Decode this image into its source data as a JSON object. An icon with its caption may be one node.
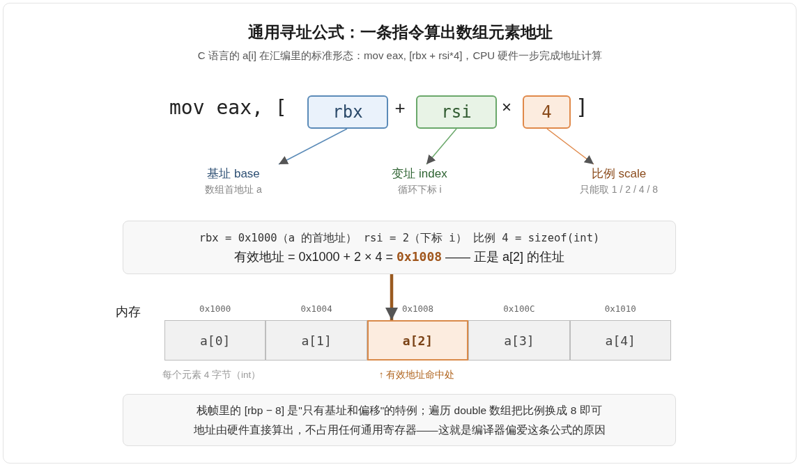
{
  "diagram": {
    "title": "通用寻址公式：一条指令算出数组元素地址",
    "caption": "C 语言的 a[i] 在汇编里的标准形态：mov eax, [rbx + rsi*4]，CPU 硬件一步完成地址计算",
    "nodes": [
      {
        "text": [
          "rbx"
        ]
      },
      {
        "text": [
          "rsi"
        ]
      },
      {
        "text": [
          "4"
        ]
      },
      {
        "text": [
          "基址 base",
          "数组首地址 a"
        ]
      },
      {
        "text": [
          "变址 index",
          "循环下标 i"
        ]
      },
      {
        "text": [
          "比例 scale",
          "只能取 1 / 2 / 4 / 8"
        ]
      },
      {
        "text": [
          "rbx = 0x1000（a 的首地址） rsi = 2（下标 i） 比例 4 = sizeof(int)",
          "有效地址 = 0x1000 + 2 × 4 = **0x1008** —— 正是 a[2] 的住址"
        ]
      },
      {
        "text": [
          "a[0]"
        ],
        "beside": [
          "0x1000"
        ]
      },
      {
        "text": [
          "a[1]"
        ],
        "beside": [
          "0x1004"
        ]
      },
      {
        "text": [
          "a[2]"
        ],
        "beside": [
          "0x1008"
        ]
      },
      {
        "text": [
          "a[3]"
        ],
        "beside": [
          "0x100C"
        ]
      },
      {
        "text": [
          "a[4]"
        ],
        "beside": [
          "0x1010"
        ]
      },
      {
        "text": [
          "栈帧里的 [rbp − 8] 是\"只有基址和偏移\"的特例；遍历 double 数组把比例换成 8 即可",
          "地址由硬件直接算出，不占用任何通用寄存器——这就是编译器偏爱这条公式的原因"
        ]
      }
    ],
    "edges": [
      {
        "from": 0,
        "to": 3,
        "arrow": "to",
        "color": "#5b8bb8"
      },
      {
        "from": 1,
        "to": 4,
        "arrow": "to",
        "color": "#6aa86a"
      },
      {
        "from": 2,
        "to": 5,
        "arrow": "to",
        "color": "#e0894a"
      },
      {
        "from": 6,
        "to": 9,
        "arrow": "to",
        "style": "thick",
        "color": "#9a5a20"
      }
    ],
    "labels": [
      "mov eax, [",
      "+",
      "×",
      "]",
      "内存",
      "每个元素 4 字节（int）",
      "↑ 有效地址命中处"
    ]
  }
}
